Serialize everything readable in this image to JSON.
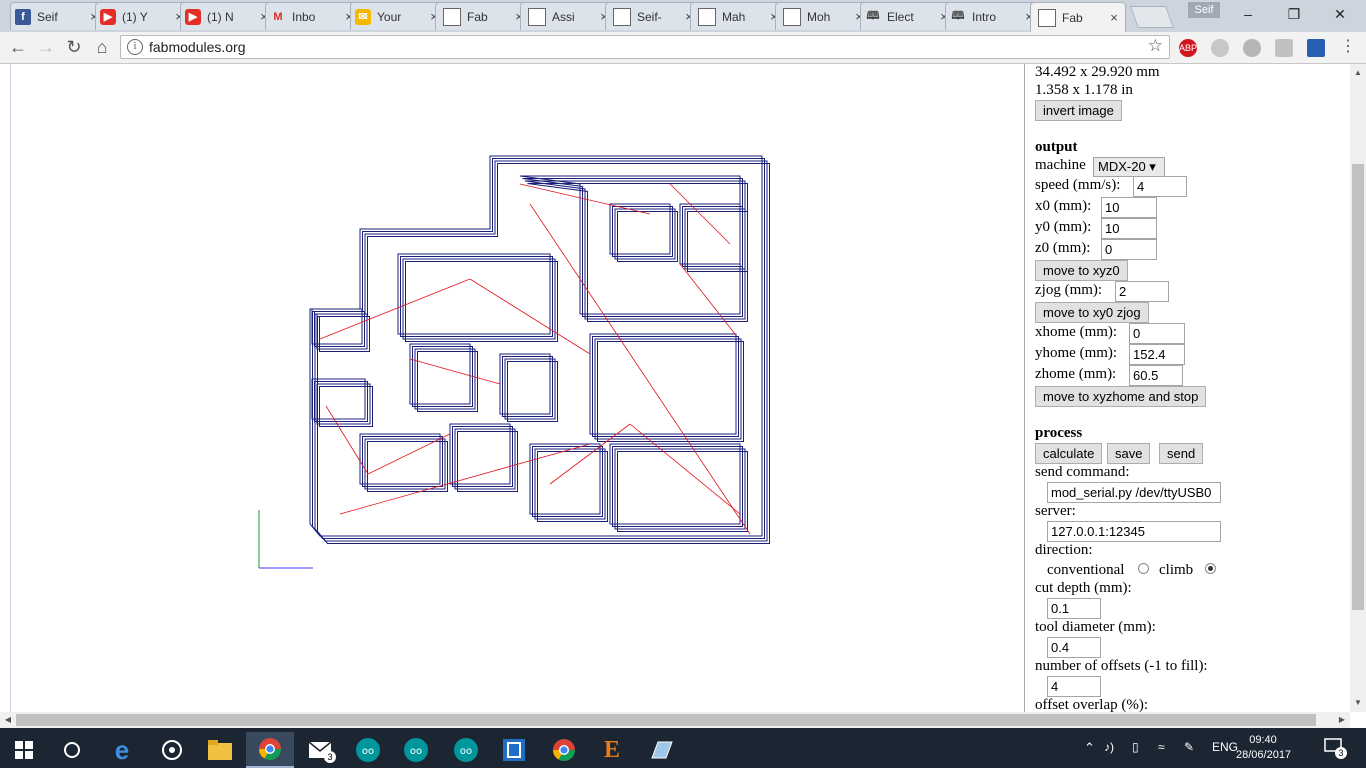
{
  "browser": {
    "tabs": [
      {
        "label": "Seif",
        "icon": "facebook-icon"
      },
      {
        "label": "(1) Y",
        "icon": "youtube-icon"
      },
      {
        "label": "(1) N",
        "icon": "youtube-icon"
      },
      {
        "label": "Inbo",
        "icon": "gmail-icon"
      },
      {
        "label": "Your",
        "icon": "mail-icon"
      },
      {
        "label": "Fab",
        "icon": "document-icon"
      },
      {
        "label": "Assi",
        "icon": "document-icon"
      },
      {
        "label": "Seif-",
        "icon": "document-icon"
      },
      {
        "label": "Mah",
        "icon": "document-icon"
      },
      {
        "label": "Moh",
        "icon": "document-icon"
      },
      {
        "label": "Elect",
        "icon": "book-icon"
      },
      {
        "label": "Intro",
        "icon": "book-icon"
      },
      {
        "label": "Fab",
        "icon": "document-icon"
      }
    ],
    "active_tab": 12,
    "profile": "Seif",
    "url": "fabmodules.org",
    "extensions": [
      "ABP"
    ]
  },
  "panel": {
    "dimensions_mm": "34.492 x 29.920 mm",
    "dimensions_in": "1.358 x 1.178 in",
    "invert_button": "invert image",
    "output_heading": "output",
    "machine_label": "machine",
    "machine_value": "MDX-20 ▾",
    "speed_label": "speed (mm/s):",
    "speed_value": "4",
    "x0_label": "x0 (mm):",
    "x0_value": "10",
    "y0_label": "y0 (mm):",
    "y0_value": "10",
    "z0_label": "z0 (mm):",
    "z0_value": "0",
    "move_xyz0_button": "move to xyz0",
    "zjog_label": "zjog (mm):",
    "zjog_value": "2",
    "move_xy0_zjog_button": "move to xy0 zjog",
    "xhome_label": "xhome (mm):",
    "xhome_value": "0",
    "yhome_label": "yhome (mm):",
    "yhome_value": "152.4",
    "zhome_label": "zhome (mm):",
    "zhome_value": "60.5",
    "move_xyzhome_button": "move to xyzhome and stop",
    "process_heading": "process",
    "calculate_button": "calculate",
    "save_button": "save",
    "send_button": "send",
    "send_command_label": "send command:",
    "send_command_value": "mod_serial.py /dev/ttyUSB0",
    "server_label": "server:",
    "server_value": "127.0.0.1:12345",
    "direction_label": "direction:",
    "conventional_label": "conventional",
    "climb_label": "climb",
    "direction_selected": "climb",
    "cut_depth_label": "cut depth (mm):",
    "cut_depth_value": "0.1",
    "tool_diameter_label": "tool diameter (mm):",
    "tool_diameter_value": "0.4",
    "offsets_label": "number of offsets (-1 to fill):",
    "offsets_value": "4",
    "overlap_label": "offset overlap (%):"
  },
  "taskbar": {
    "language": "ENG",
    "time": "09:40",
    "date": "28/06/2017",
    "mail_badge": "3",
    "notification_badge": "3"
  },
  "colors": {
    "toolpath": "#1b1f7a",
    "rapid_moves": "#e0141e",
    "axis_x": "#3b3bff",
    "axis_y": "#1a9a1a"
  }
}
